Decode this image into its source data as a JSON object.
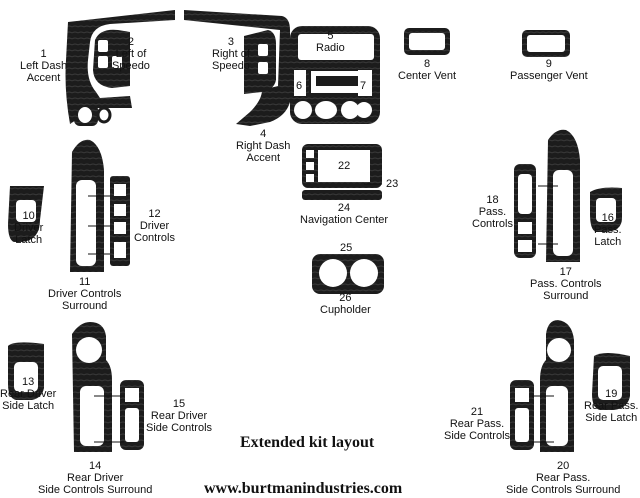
{
  "parts": [
    {
      "num": "1",
      "name": "Left Dash\nAccent"
    },
    {
      "num": "2",
      "name": "Left of\nSpeedo"
    },
    {
      "num": "3",
      "name": "Right of\nSpeedo"
    },
    {
      "num": "4",
      "name": "Right Dash\nAccent"
    },
    {
      "num": "5",
      "name": "Radio"
    },
    {
      "num": "6",
      "name": ""
    },
    {
      "num": "7",
      "name": ""
    },
    {
      "num": "8",
      "name": "Center Vent"
    },
    {
      "num": "9",
      "name": "Passenger Vent"
    },
    {
      "num": "10",
      "name": "Driver\nLatch"
    },
    {
      "num": "11",
      "name": "Driver Controls\nSurround"
    },
    {
      "num": "12",
      "name": "Driver\nControls"
    },
    {
      "num": "16",
      "name": "Pass.\nLatch"
    },
    {
      "num": "17",
      "name": "Pass. Controls\nSurround"
    },
    {
      "num": "18",
      "name": "Pass.\nControls"
    },
    {
      "num": "22",
      "name": ""
    },
    {
      "num": "23",
      "name": ""
    },
    {
      "num": "24",
      "name": "Navigation Center"
    },
    {
      "num": "25",
      "name": ""
    },
    {
      "num": "26",
      "name": "Cupholder"
    },
    {
      "num": "13",
      "name": "Rear Driver\nSide Latch"
    },
    {
      "num": "14",
      "name": "Rear Driver\nSide Controls Surround"
    },
    {
      "num": "15",
      "name": "Rear Driver\nSide Controls"
    },
    {
      "num": "19",
      "name": "Rear Pass.\nSide Latch"
    },
    {
      "num": "20",
      "name": "Rear Pass.\nSide Controls Surround"
    },
    {
      "num": "21",
      "name": "Rear Pass.\nSide Controls"
    }
  ],
  "title": "Extended kit layout",
  "url": "www.burtmanindustries.com",
  "colors": {
    "trim": "#1a1a1a",
    "background": "#ffffff"
  }
}
